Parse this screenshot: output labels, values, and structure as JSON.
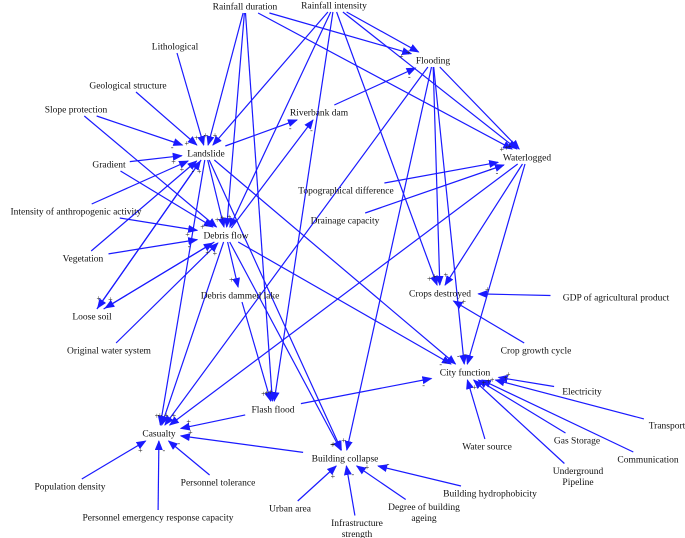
{
  "diagram": {
    "edge_color": "#1a1aff",
    "nodes": [
      {
        "id": "rainfall-duration",
        "label": "Rainfall duration"
      },
      {
        "id": "rainfall-intensity",
        "label": "Rainfall intensity"
      },
      {
        "id": "flooding",
        "label": "Flooding"
      },
      {
        "id": "lithological",
        "label": "Lithological"
      },
      {
        "id": "geological-structure",
        "label": "Geological structure"
      },
      {
        "id": "riverbank-dam",
        "label": "Riverbank dam"
      },
      {
        "id": "slope-protection",
        "label": "Slope protection"
      },
      {
        "id": "landslide",
        "label": "Landslide"
      },
      {
        "id": "waterlogged",
        "label": "Waterlogged"
      },
      {
        "id": "gradient",
        "label": "Gradient"
      },
      {
        "id": "topographical-difference",
        "label": "Topographical difference"
      },
      {
        "id": "anthropogenic-activity",
        "label": "Intensity of anthropogenic activity"
      },
      {
        "id": "drainage-capacity",
        "label": "Drainage capacity"
      },
      {
        "id": "debris-flow",
        "label": "Debris flow"
      },
      {
        "id": "vegetation",
        "label": "Vegetation"
      },
      {
        "id": "debris-dammed-lake",
        "label": "Debris dammed lake"
      },
      {
        "id": "crops-destroyed",
        "label": "Crops destroyed"
      },
      {
        "id": "gdp-agricultural",
        "label": "GDP of agricultural product"
      },
      {
        "id": "loose-soil",
        "label": "Loose soil"
      },
      {
        "id": "original-water-system",
        "label": "Original water system"
      },
      {
        "id": "crop-growth-cycle",
        "label": "Crop growth cycle"
      },
      {
        "id": "city-function",
        "label": "City function"
      },
      {
        "id": "electricity",
        "label": "Electricity"
      },
      {
        "id": "flash-flood",
        "label": "Flash flood"
      },
      {
        "id": "casualty",
        "label": "Casualty"
      },
      {
        "id": "transport",
        "label": "Transport"
      },
      {
        "id": "gas-storage",
        "label": "Gas Storage"
      },
      {
        "id": "water-source",
        "label": "Water source"
      },
      {
        "id": "building-collapse",
        "label": "Building collapse"
      },
      {
        "id": "communication",
        "label": "Communication"
      },
      {
        "id": "underground-pipeline",
        "label": "Underground\nPipeline"
      },
      {
        "id": "population-density",
        "label": "Population density"
      },
      {
        "id": "personnel-tolerance",
        "label": "Personnel tolerance"
      },
      {
        "id": "building-hydrophobicity",
        "label": "Building hydrophobicity"
      },
      {
        "id": "urban-area",
        "label": "Urban area"
      },
      {
        "id": "degree-building-ageing",
        "label": "Degree of building\nageing"
      },
      {
        "id": "emergency-response",
        "label": "Personnel emergency response capacity"
      },
      {
        "id": "infrastructure-strength",
        "label": "Infrastructure\nstrength"
      }
    ],
    "edges": [
      {
        "from": "rainfall-duration",
        "to": "landslide",
        "sign": "+"
      },
      {
        "from": "rainfall-duration",
        "to": "debris-flow",
        "sign": "+"
      },
      {
        "from": "rainfall-duration",
        "to": "flooding",
        "sign": "+"
      },
      {
        "from": "rainfall-duration",
        "to": "waterlogged",
        "sign": "+"
      },
      {
        "from": "rainfall-duration",
        "to": "flash-flood",
        "sign": "+"
      },
      {
        "from": "rainfall-intensity",
        "to": "landslide",
        "sign": "+"
      },
      {
        "from": "rainfall-intensity",
        "to": "debris-flow",
        "sign": "+"
      },
      {
        "from": "rainfall-intensity",
        "to": "flooding",
        "sign": "+"
      },
      {
        "from": "rainfall-intensity",
        "to": "waterlogged",
        "sign": "+"
      },
      {
        "from": "rainfall-intensity",
        "to": "flash-flood",
        "sign": "+"
      },
      {
        "from": "rainfall-intensity",
        "to": "crops-destroyed",
        "sign": "+"
      },
      {
        "from": "lithological",
        "to": "landslide",
        "sign": "+"
      },
      {
        "from": "geological-structure",
        "to": "landslide",
        "sign": "+"
      },
      {
        "from": "slope-protection",
        "to": "landslide",
        "sign": "-"
      },
      {
        "from": "slope-protection",
        "to": "debris-flow",
        "sign": "-"
      },
      {
        "from": "gradient",
        "to": "landslide",
        "sign": "+"
      },
      {
        "from": "gradient",
        "to": "debris-flow",
        "sign": "+"
      },
      {
        "from": "anthropogenic-activity",
        "to": "landslide",
        "sign": "+"
      },
      {
        "from": "anthropogenic-activity",
        "to": "debris-flow",
        "sign": "+"
      },
      {
        "from": "vegetation",
        "to": "landslide",
        "sign": "-"
      },
      {
        "from": "vegetation",
        "to": "debris-flow",
        "sign": "-"
      },
      {
        "from": "loose-soil",
        "to": "landslide",
        "sign": "+"
      },
      {
        "from": "loose-soil",
        "to": "debris-flow",
        "sign": "+"
      },
      {
        "from": "landslide",
        "to": "loose-soil",
        "sign": "+"
      },
      {
        "from": "debris-flow",
        "to": "loose-soil",
        "sign": "+"
      },
      {
        "from": "original-water-system",
        "to": "debris-flow",
        "sign": "+"
      },
      {
        "from": "riverbank-dam",
        "to": "flooding",
        "sign": "-"
      },
      {
        "from": "landslide",
        "to": "riverbank-dam",
        "sign": "-"
      },
      {
        "from": "debris-flow",
        "to": "riverbank-dam",
        "sign": "-"
      },
      {
        "from": "landslide",
        "to": "debris-flow",
        "sign": "+"
      },
      {
        "from": "debris-flow",
        "to": "debris-dammed-lake",
        "sign": "+"
      },
      {
        "from": "debris-dammed-lake",
        "to": "flash-flood",
        "sign": "+"
      },
      {
        "from": "flooding",
        "to": "waterlogged",
        "sign": "+"
      },
      {
        "from": "flooding",
        "to": "crops-destroyed",
        "sign": "+"
      },
      {
        "from": "flooding",
        "to": "city-function",
        "sign": "-"
      },
      {
        "from": "flooding",
        "to": "casualty",
        "sign": "+"
      },
      {
        "from": "flooding",
        "to": "building-collapse",
        "sign": "+"
      },
      {
        "from": "waterlogged",
        "to": "crops-destroyed",
        "sign": "+"
      },
      {
        "from": "waterlogged",
        "to": "city-function",
        "sign": "-"
      },
      {
        "from": "waterlogged",
        "to": "casualty",
        "sign": "+"
      },
      {
        "from": "topographical-difference",
        "to": "waterlogged",
        "sign": "-"
      },
      {
        "from": "drainage-capacity",
        "to": "waterlogged",
        "sign": "-"
      },
      {
        "from": "gdp-agricultural",
        "to": "crops-destroyed",
        "sign": "+"
      },
      {
        "from": "crop-growth-cycle",
        "to": "crops-destroyed",
        "sign": "+"
      },
      {
        "from": "landslide",
        "to": "casualty",
        "sign": "+"
      },
      {
        "from": "landslide",
        "to": "city-function",
        "sign": "-"
      },
      {
        "from": "landslide",
        "to": "building-collapse",
        "sign": "+"
      },
      {
        "from": "debris-flow",
        "to": "casualty",
        "sign": "+"
      },
      {
        "from": "debris-flow",
        "to": "city-function",
        "sign": "-"
      },
      {
        "from": "debris-flow",
        "to": "building-collapse",
        "sign": "+"
      },
      {
        "from": "flash-flood",
        "to": "city-function",
        "sign": "-"
      },
      {
        "from": "flash-flood",
        "to": "casualty",
        "sign": "+"
      },
      {
        "from": "electricity",
        "to": "city-function",
        "sign": "+"
      },
      {
        "from": "transport",
        "to": "city-function",
        "sign": "+"
      },
      {
        "from": "gas-storage",
        "to": "city-function",
        "sign": "+"
      },
      {
        "from": "water-source",
        "to": "city-function",
        "sign": "+"
      },
      {
        "from": "communication",
        "to": "city-function",
        "sign": "+"
      },
      {
        "from": "underground-pipeline",
        "to": "city-function",
        "sign": "+"
      },
      {
        "from": "building-collapse",
        "to": "casualty",
        "sign": "+"
      },
      {
        "from": "population-density",
        "to": "casualty",
        "sign": "+"
      },
      {
        "from": "personnel-tolerance",
        "to": "casualty",
        "sign": "-"
      },
      {
        "from": "emergency-response",
        "to": "casualty",
        "sign": "-"
      },
      {
        "from": "urban-area",
        "to": "building-collapse",
        "sign": "+"
      },
      {
        "from": "infrastructure-strength",
        "to": "building-collapse",
        "sign": "-"
      },
      {
        "from": "degree-building-ageing",
        "to": "building-collapse",
        "sign": "+"
      },
      {
        "from": "building-hydrophobicity",
        "to": "building-collapse",
        "sign": "-"
      }
    ]
  }
}
